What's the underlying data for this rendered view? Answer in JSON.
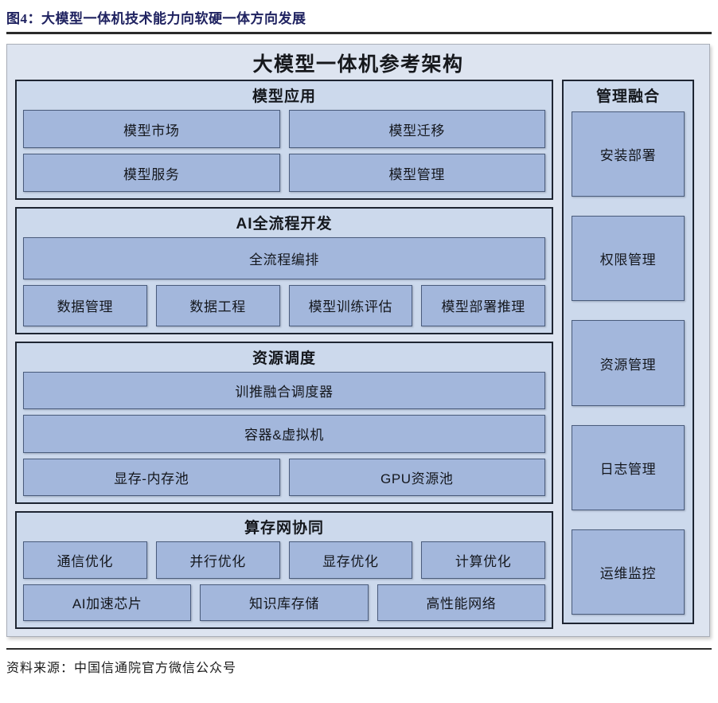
{
  "figure": {
    "caption": "图4：大模型一体机技术能力向软硬一体方向发展",
    "source": "资料来源：中国信通院官方微信公众号"
  },
  "diagram": {
    "title": "大模型一体机参考架构",
    "layers": [
      {
        "id": "model-application",
        "title": "模型应用",
        "rows": [
          {
            "cells": [
              "模型市场",
              "模型迁移"
            ]
          },
          {
            "cells": [
              "模型服务",
              "模型管理"
            ]
          }
        ]
      },
      {
        "id": "ai-full-process-development",
        "title": "AI全流程开发",
        "rows": [
          {
            "cells": [
              "全流程编排"
            ]
          },
          {
            "cells": [
              "数据管理",
              "数据工程",
              "模型训练评估",
              "模型部署推理"
            ]
          }
        ]
      },
      {
        "id": "resource-scheduling",
        "title": "资源调度",
        "rows": [
          {
            "cells": [
              "训推融合调度器"
            ]
          },
          {
            "cells": [
              "容器&虚拟机"
            ]
          },
          {
            "cells": [
              "显存-内存池",
              "GPU资源池"
            ]
          }
        ]
      },
      {
        "id": "compute-storage-network-collaboration",
        "title": "算存网协同",
        "rows": [
          {
            "cells": [
              "通信优化",
              "并行优化",
              "显存优化",
              "计算优化"
            ]
          },
          {
            "cells": [
              "AI加速芯片",
              "知识库存储",
              "高性能网络"
            ]
          }
        ]
      }
    ],
    "management": {
      "title": "管理融合",
      "items": [
        "安装部署",
        "权限管理",
        "资源管理",
        "日志管理",
        "运维监控"
      ]
    }
  },
  "colors": {
    "caption_text": "#1f2260",
    "diagram_background": "#dde4f0",
    "layer_background": "#ccd9ec",
    "cell_fill": "#a3b7dc",
    "cell_border": "#4a5c7c",
    "layer_border": "#1e2532",
    "rule": "#2b2b2b"
  },
  "chart_data": {
    "type": "table",
    "title": "大模型一体机参考架构",
    "categories": [
      "模型应用",
      "AI全流程开发",
      "资源调度",
      "算存网协同",
      "管理融合"
    ],
    "series": [
      {
        "name": "模型应用",
        "values": [
          "模型市场",
          "模型迁移",
          "模型服务",
          "模型管理"
        ]
      },
      {
        "name": "AI全流程开发",
        "values": [
          "全流程编排",
          "数据管理",
          "数据工程",
          "模型训练评估",
          "模型部署推理"
        ]
      },
      {
        "name": "资源调度",
        "values": [
          "训推融合调度器",
          "容器&虚拟机",
          "显存-内存池",
          "GPU资源池"
        ]
      },
      {
        "name": "算存网协同",
        "values": [
          "通信优化",
          "并行优化",
          "显存优化",
          "计算优化",
          "AI加速芯片",
          "知识库存储",
          "高性能网络"
        ]
      },
      {
        "name": "管理融合",
        "values": [
          "安装部署",
          "权限管理",
          "资源管理",
          "日志管理",
          "运维监控"
        ]
      }
    ]
  }
}
